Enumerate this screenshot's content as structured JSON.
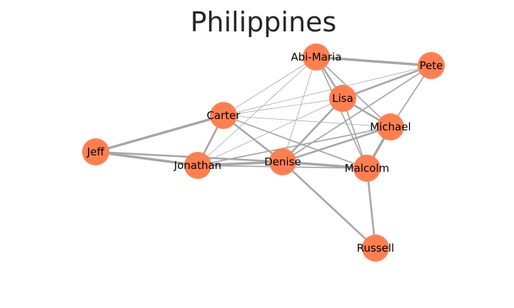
{
  "title": "Philippines",
  "colors": {
    "node": "#ff7f50",
    "edge": "#a6a6a6",
    "label": "#000000",
    "title": "#262626"
  },
  "nodes": [
    {
      "id": "abi-maria",
      "label": "Abi-Maria"
    },
    {
      "id": "pete",
      "label": "Pete"
    },
    {
      "id": "lisa",
      "label": "Lisa"
    },
    {
      "id": "carter",
      "label": "Carter"
    },
    {
      "id": "michael",
      "label": "Michael"
    },
    {
      "id": "jeff",
      "label": "Jeff"
    },
    {
      "id": "jonathan",
      "label": "Jonathan"
    },
    {
      "id": "denise",
      "label": "Denise"
    },
    {
      "id": "malcolm",
      "label": "Malcolm"
    },
    {
      "id": "russell",
      "label": "Russell"
    }
  ],
  "edges": [
    {
      "source": "abi-maria",
      "target": "pete",
      "weight": 4
    },
    {
      "source": "abi-maria",
      "target": "lisa",
      "weight": 3
    },
    {
      "source": "abi-maria",
      "target": "michael",
      "weight": 2
    },
    {
      "source": "abi-maria",
      "target": "malcolm",
      "weight": 2
    },
    {
      "source": "abi-maria",
      "target": "denise",
      "weight": 1
    },
    {
      "source": "abi-maria",
      "target": "carter",
      "weight": 1
    },
    {
      "source": "abi-maria",
      "target": "jonathan",
      "weight": 1
    },
    {
      "source": "pete",
      "target": "lisa",
      "weight": 3
    },
    {
      "source": "pete",
      "target": "michael",
      "weight": 2
    },
    {
      "source": "pete",
      "target": "carter",
      "weight": 1
    },
    {
      "source": "pete",
      "target": "denise",
      "weight": 2
    },
    {
      "source": "lisa",
      "target": "michael",
      "weight": 3
    },
    {
      "source": "lisa",
      "target": "malcolm",
      "weight": 2
    },
    {
      "source": "lisa",
      "target": "denise",
      "weight": 3
    },
    {
      "source": "lisa",
      "target": "carter",
      "weight": 1
    },
    {
      "source": "lisa",
      "target": "jonathan",
      "weight": 1
    },
    {
      "source": "carter",
      "target": "jeff",
      "weight": 4
    },
    {
      "source": "carter",
      "target": "jonathan",
      "weight": 3
    },
    {
      "source": "carter",
      "target": "denise",
      "weight": 3
    },
    {
      "source": "carter",
      "target": "malcolm",
      "weight": 2
    },
    {
      "source": "carter",
      "target": "michael",
      "weight": 1
    },
    {
      "source": "michael",
      "target": "malcolm",
      "weight": 4
    },
    {
      "source": "michael",
      "target": "denise",
      "weight": 3
    },
    {
      "source": "michael",
      "target": "jonathan",
      "weight": 2
    },
    {
      "source": "jeff",
      "target": "jonathan",
      "weight": 4
    },
    {
      "source": "jeff",
      "target": "denise",
      "weight": 3
    },
    {
      "source": "jonathan",
      "target": "denise",
      "weight": 4
    },
    {
      "source": "jonathan",
      "target": "malcolm",
      "weight": 2
    },
    {
      "source": "denise",
      "target": "malcolm",
      "weight": 4
    },
    {
      "source": "denise",
      "target": "russell",
      "weight": 3
    },
    {
      "source": "malcolm",
      "target": "russell",
      "weight": 3
    }
  ]
}
